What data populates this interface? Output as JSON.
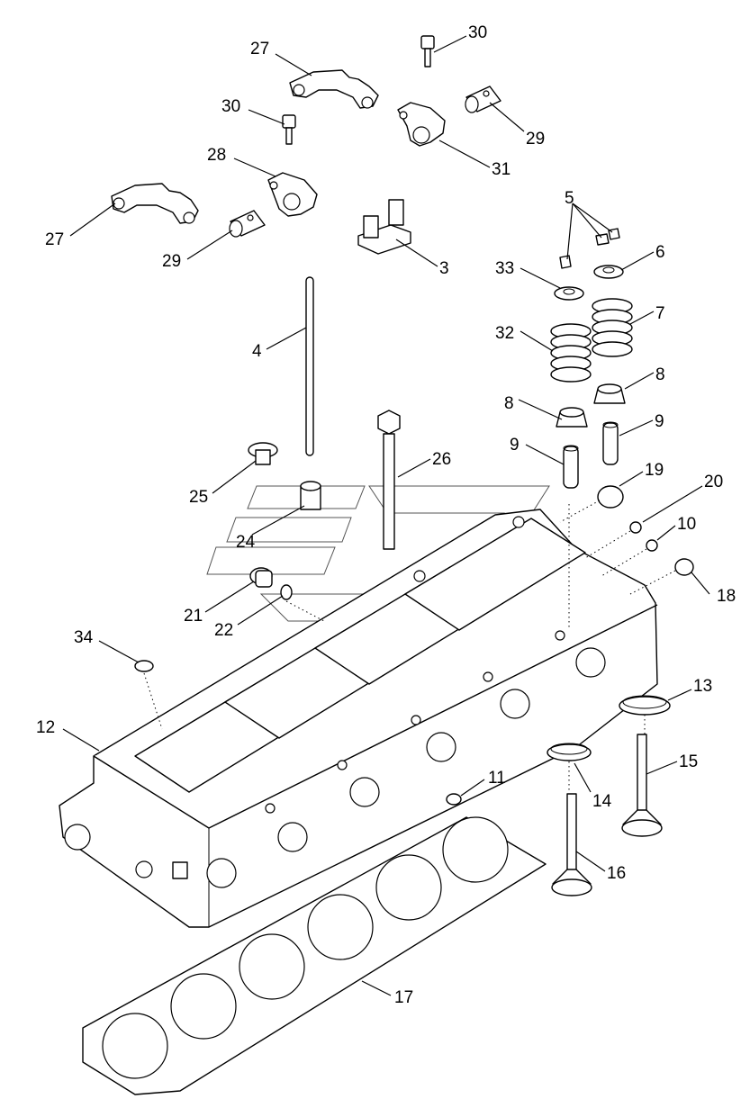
{
  "diagram": {
    "background": "#ffffff",
    "line_color": "#000000",
    "callouts": [
      {
        "id": "c30a",
        "label": "30"
      },
      {
        "id": "c27a",
        "label": "27"
      },
      {
        "id": "c30b",
        "label": "30"
      },
      {
        "id": "c29a",
        "label": "29"
      },
      {
        "id": "c28",
        "label": "28"
      },
      {
        "id": "c31",
        "label": "31"
      },
      {
        "id": "c5",
        "label": "5"
      },
      {
        "id": "c27b",
        "label": "27"
      },
      {
        "id": "c6",
        "label": "6"
      },
      {
        "id": "c29b",
        "label": "29"
      },
      {
        "id": "c3",
        "label": "3"
      },
      {
        "id": "c33",
        "label": "33"
      },
      {
        "id": "c7",
        "label": "7"
      },
      {
        "id": "c4",
        "label": "4"
      },
      {
        "id": "c32",
        "label": "32"
      },
      {
        "id": "c8a",
        "label": "8"
      },
      {
        "id": "c8b",
        "label": "8"
      },
      {
        "id": "c9a",
        "label": "9"
      },
      {
        "id": "c26",
        "label": "26"
      },
      {
        "id": "c9b",
        "label": "9"
      },
      {
        "id": "c19",
        "label": "19"
      },
      {
        "id": "c25",
        "label": "25"
      },
      {
        "id": "c20",
        "label": "20"
      },
      {
        "id": "c24",
        "label": "24"
      },
      {
        "id": "c10",
        "label": "10"
      },
      {
        "id": "c18",
        "label": "18"
      },
      {
        "id": "c21",
        "label": "21"
      },
      {
        "id": "c22",
        "label": "22"
      },
      {
        "id": "c34",
        "label": "34"
      },
      {
        "id": "c13",
        "label": "13"
      },
      {
        "id": "c12",
        "label": "12"
      },
      {
        "id": "c15",
        "label": "15"
      },
      {
        "id": "c11",
        "label": "11"
      },
      {
        "id": "c14",
        "label": "14"
      },
      {
        "id": "c16",
        "label": "16"
      },
      {
        "id": "c17",
        "label": "17"
      }
    ]
  }
}
